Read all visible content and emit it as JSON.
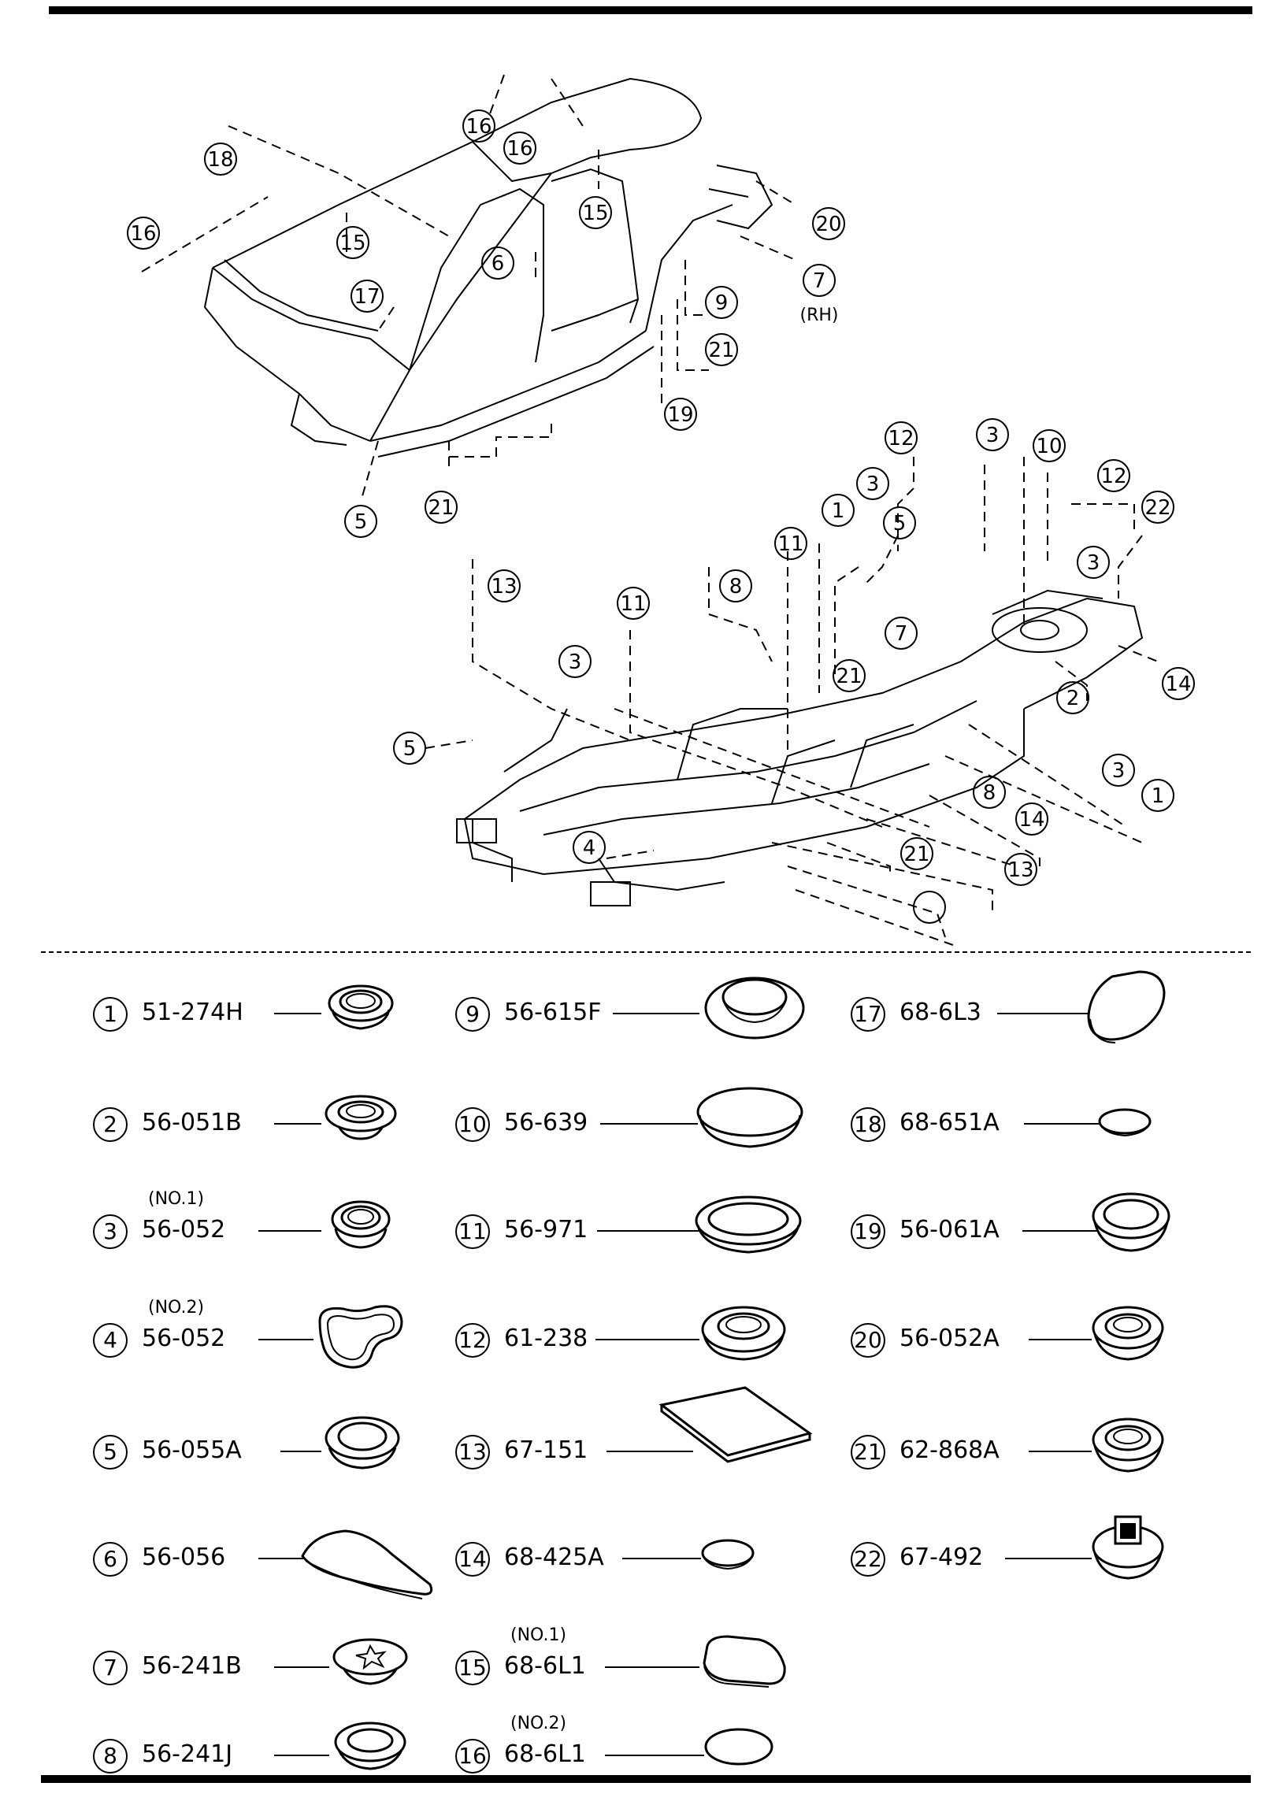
{
  "callouts": {
    "body": [
      "16",
      "16",
      "18",
      "16",
      "15",
      "15",
      "6",
      "17",
      "20",
      "7",
      "9",
      "21",
      "19",
      "5",
      "21"
    ],
    "body_rh": "(RH)",
    "frame": [
      "12",
      "3",
      "10",
      "12",
      "22",
      "3",
      "1",
      "5",
      "11",
      "8",
      "13",
      "3",
      "11",
      "7",
      "21",
      "3",
      "2",
      "14",
      "5",
      "3",
      "1",
      "8",
      "14",
      "4",
      "21",
      "13"
    ]
  },
  "legend": [
    {
      "num": "1",
      "part": "51-274H",
      "note": ""
    },
    {
      "num": "2",
      "part": "56-051B",
      "note": ""
    },
    {
      "num": "3",
      "part": "56-052",
      "note": "(NO.1)"
    },
    {
      "num": "4",
      "part": "56-052",
      "note": "(NO.2)"
    },
    {
      "num": "5",
      "part": "56-055A",
      "note": ""
    },
    {
      "num": "6",
      "part": "56-056",
      "note": ""
    },
    {
      "num": "7",
      "part": "56-241B",
      "note": ""
    },
    {
      "num": "8",
      "part": "56-241J",
      "note": ""
    },
    {
      "num": "9",
      "part": "56-615F",
      "note": ""
    },
    {
      "num": "10",
      "part": "56-639",
      "note": ""
    },
    {
      "num": "11",
      "part": "56-971",
      "note": ""
    },
    {
      "num": "12",
      "part": "61-238",
      "note": ""
    },
    {
      "num": "13",
      "part": "67-151",
      "note": ""
    },
    {
      "num": "14",
      "part": "68-425A",
      "note": ""
    },
    {
      "num": "15",
      "part": "68-6L1",
      "note": "(NO.1)"
    },
    {
      "num": "16",
      "part": "68-6L1",
      "note": "(NO.2)"
    },
    {
      "num": "17",
      "part": "68-6L3",
      "note": ""
    },
    {
      "num": "18",
      "part": "68-651A",
      "note": ""
    },
    {
      "num": "19",
      "part": "56-061A",
      "note": ""
    },
    {
      "num": "20",
      "part": "56-052A",
      "note": ""
    },
    {
      "num": "21",
      "part": "62-868A",
      "note": ""
    },
    {
      "num": "22",
      "part": "67-492",
      "note": ""
    }
  ]
}
